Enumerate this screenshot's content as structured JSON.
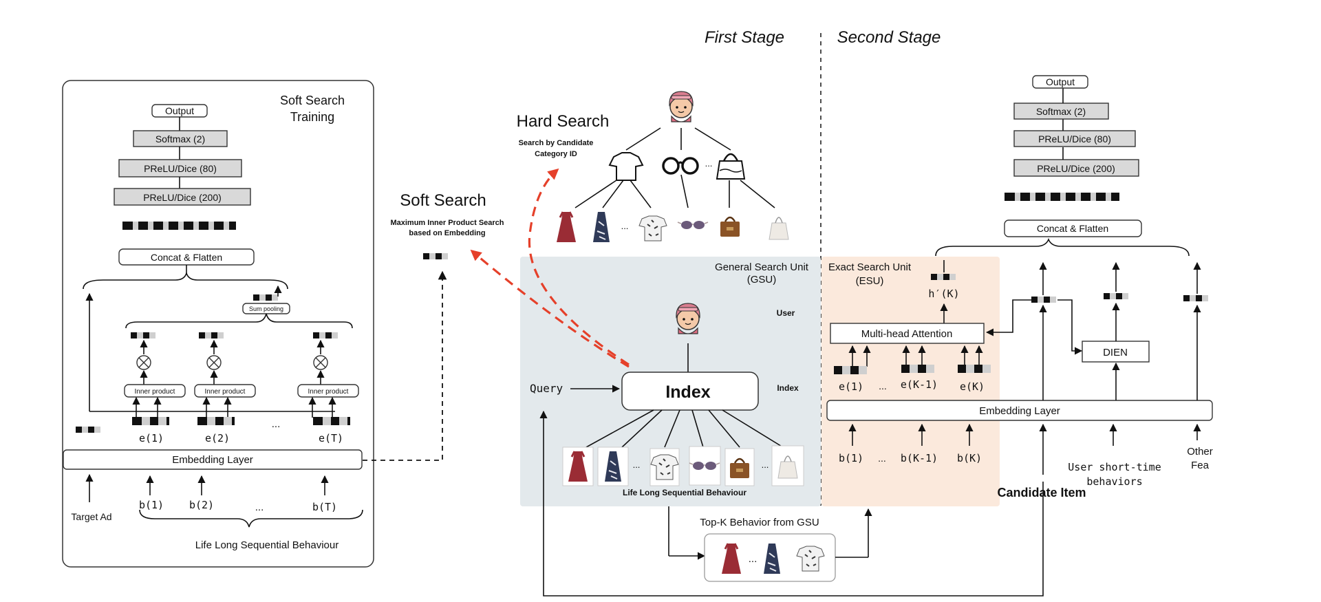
{
  "stages": {
    "first": "First Stage",
    "second": "Second Stage"
  },
  "soft_search_training": {
    "title_line1": "Soft Search",
    "title_line2": "Training",
    "output": "Output",
    "softmax": "Softmax (2)",
    "prelu80": "PReLU/Dice (80)",
    "prelu200": "PReLU/Dice (200)",
    "concat": "Concat & Flatten",
    "sum_pooling": "Sum pooling",
    "inner_product": "Inner product",
    "embedding_layer": "Embedding Layer",
    "target_ad": "Target Ad",
    "e_labels": [
      "e(1)",
      "e(2)",
      "e(T)"
    ],
    "b_labels": [
      "b(1)",
      "b(2)",
      "b(T)"
    ],
    "ellipsis": "...",
    "life_long": "Life Long Sequential Behaviour"
  },
  "soft_search": {
    "title": "Soft Search",
    "desc_line1": "Maximum Inner Product Search",
    "desc_line2": "based on Embedding"
  },
  "hard_search": {
    "title": "Hard Search",
    "desc_line1": "Search by Candidate",
    "desc_line2": "Category ID",
    "ellipsis": "..."
  },
  "gsu": {
    "title_line1": "General Search Unit",
    "title_line2": "(GSU)",
    "user": "User",
    "index_side": "Index",
    "index_box": "Index",
    "query": "Query",
    "life_long": "Life Long Sequential Behaviour",
    "ellipsis": "..."
  },
  "topk": {
    "label": "Top-K Behavior from GSU",
    "ellipsis": "..."
  },
  "esu": {
    "title_line1": "Exact Search Unit",
    "title_line2": "(ESU)",
    "h_label": "h′(K)",
    "mha": "Multi-head Attention",
    "e_labels": [
      "e(1)",
      "e(K-1)",
      "e(K)"
    ],
    "b_labels": [
      "b(1)",
      "b(K-1)",
      "b(K)"
    ],
    "ellipsis": "..."
  },
  "second_stage_net": {
    "output": "Output",
    "softmax": "Softmax (2)",
    "prelu80": "PReLU/Dice (80)",
    "prelu200": "PReLU/Dice (200)",
    "concat": "Concat & Flatten",
    "dien": "DIEN",
    "embedding_layer": "Embedding Layer",
    "candidate_item": "Candidate Item",
    "user_short_line1": "User short-time",
    "user_short_line2": "behaviors",
    "other_line1": "Other",
    "other_line2": "Fea"
  },
  "icons": [
    "user-avatar-icon",
    "tshirt-icon",
    "glasses-icon",
    "handbag-icon",
    "dress-thumbnail-icon",
    "multiply-icon"
  ],
  "colors": {
    "arrow_red": "#e5402a",
    "gsu_bg": "#e3e9ec",
    "esu_bg": "#fbe9dc"
  }
}
